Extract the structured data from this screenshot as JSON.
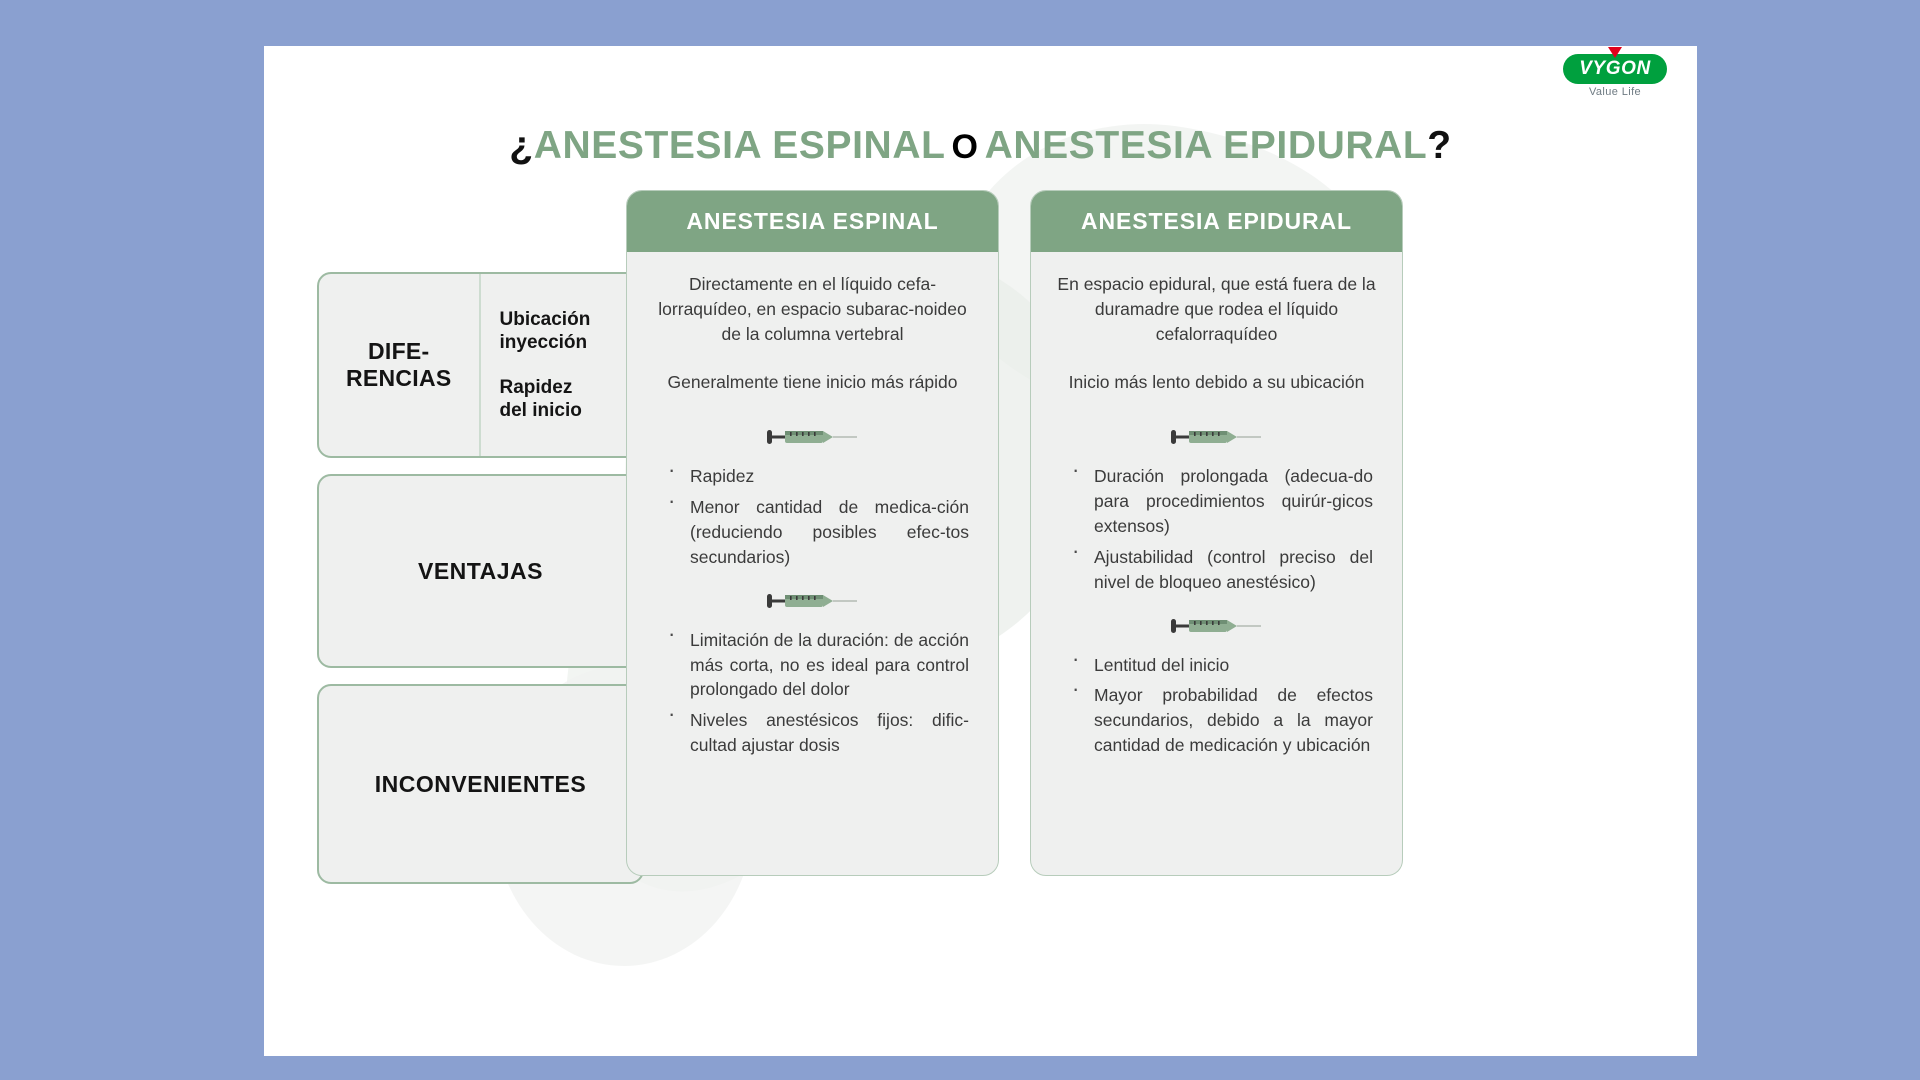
{
  "slide": {
    "title": {
      "open_punct": "¿",
      "left": "ANESTESIA ESPINAL",
      "conjunction": "O",
      "right": "ANESTESIA EPIDURAL",
      "close_punct": "?"
    },
    "logo": {
      "word": "VYGON",
      "tagline": "Value Life"
    }
  },
  "row_labels": {
    "diferencias": {
      "title": "DIFE-\nRENCIAS",
      "title_line1": "DIFE-",
      "title_line2": "RENCIAS",
      "criteria": [
        "Ubicación\ninyección",
        "Rapidez\ndel inicio"
      ],
      "criteria_1_line1": "Ubicación",
      "criteria_1_line2": "inyección",
      "criteria_2_line1": "Rapidez",
      "criteria_2_line2": "del inicio"
    },
    "ventajas": "VENTAJAS",
    "inconvenientes": "INCONVENIENTES"
  },
  "columns": [
    {
      "header": "ANESTESIA ESPINAL",
      "ubicacion_inyeccion": "Directamente en el líquido cefa-lorraquídeo, en espacio subarac-noideo de la columna vertebral",
      "rapidez_del_inicio": "Generalmente tiene inicio más rápido",
      "ventajas": [
        "Rapidez",
        "Menor cantidad de medica-ción (reduciendo posibles efec-tos secundarios)"
      ],
      "inconvenientes": [
        "Limitación de la duración: de acción más corta, no es ideal para control prolongado del dolor",
        "Niveles anestésicos fijos: dific-cultad ajustar dosis"
      ]
    },
    {
      "header": "ANESTESIA EPIDURAL",
      "ubicacion_inyeccion": "En espacio epidural, que está fuera de la duramadre que rodea el líquido cefalorraquídeo",
      "rapidez_del_inicio": "Inicio más lento debido a su ubicación",
      "ventajas": [
        "Duración prolongada (adecua-do para procedimientos quirúr-gicos extensos)",
        "Ajustabilidad (control preciso del nivel de bloqueo anestésico)"
      ],
      "inconvenientes": [
        "Lentitud del inicio",
        "Mayor probabilidad de efectos secundarios, debido a la mayor cantidad de medicación y ubicación"
      ]
    }
  ],
  "icons": {
    "divider": "syringe-icon"
  },
  "colors": {
    "page_background": "#8aa0d0",
    "slide_background": "#ffffff",
    "header_green": "#7fa584",
    "title_green": "#7fa584",
    "card_body": "#eff0ef",
    "card_border": "#b7ccbb",
    "text_dark": "#3b3b3b",
    "logo_green": "#00a03e",
    "logo_red": "#e2001a"
  }
}
